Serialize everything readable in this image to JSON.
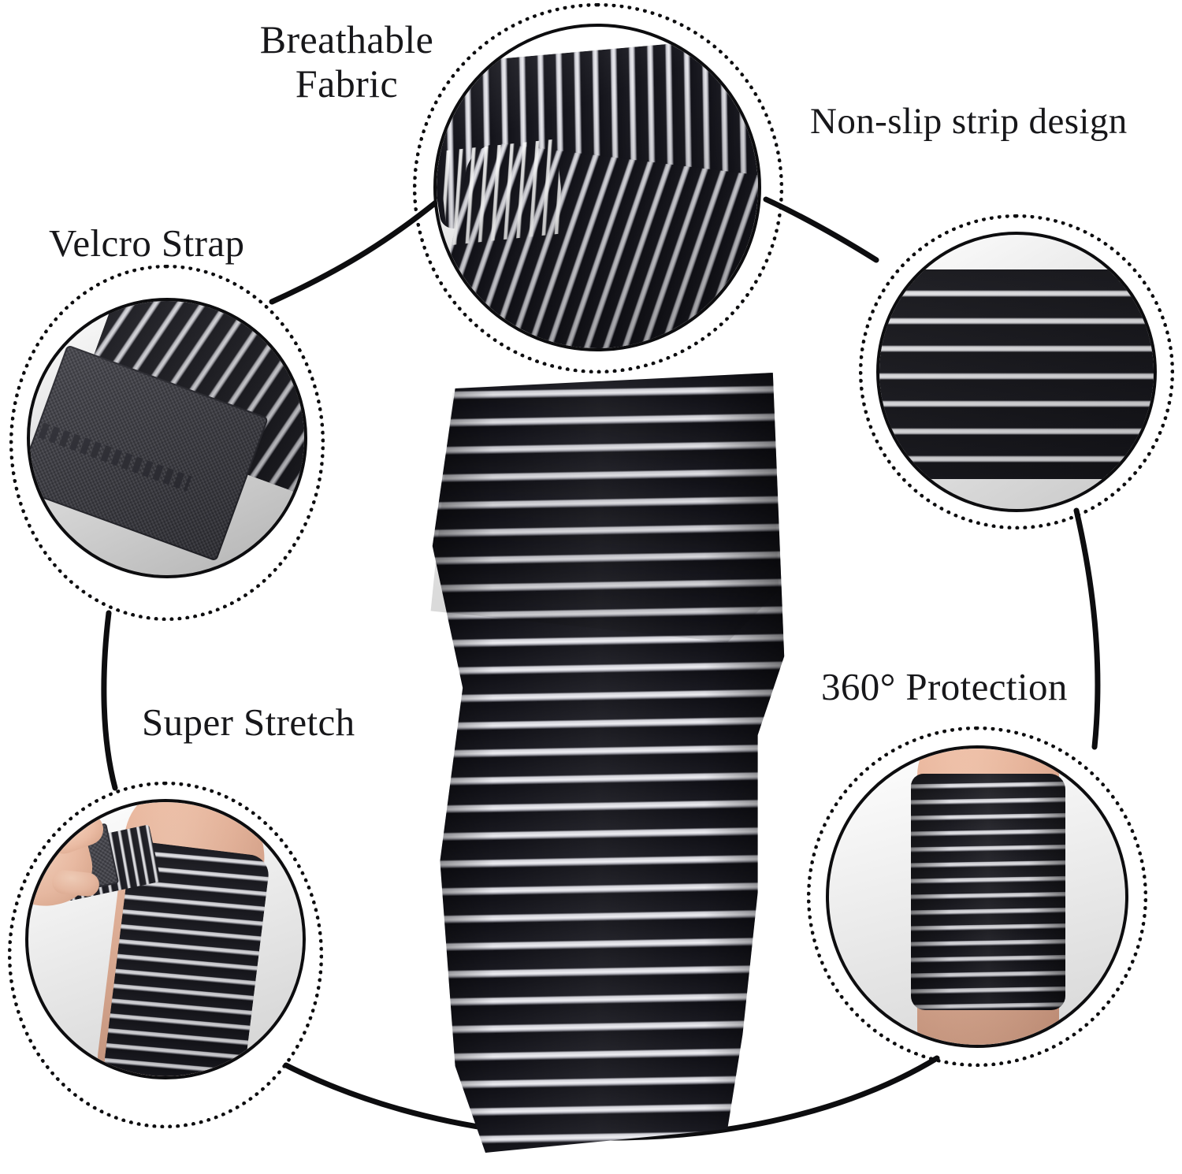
{
  "page": {
    "type": "product-feature-infographic",
    "product": "black elastic compression bandage wrap with white non-slip stripes",
    "background_color": "#ffffff",
    "line_color": "#0d0d0f",
    "text_color": "#17171a"
  },
  "callouts": [
    {
      "id": "breathable-fabric",
      "label": "Breathable\nFabric",
      "position": "top-center",
      "image_description": "folded black striped elastic band showing breathable woven texture"
    },
    {
      "id": "non-slip-strip",
      "label": "Non-slip strip design",
      "position": "top-right",
      "image_description": "close-up macro of fabric surface with white horizontal silicone grip strips"
    },
    {
      "id": "velcro-strap",
      "label": "Velcro Strap",
      "position": "left",
      "image_description": "end of the wrap showing the grey hook-and-loop velcro closure patch"
    },
    {
      "id": "super-stretch",
      "label": "Super Stretch",
      "position": "bottom-left",
      "image_description": "hand pulling the elastic wrap stretched around a calf"
    },
    {
      "id": "360-protection",
      "label": "360° Protection",
      "position": "bottom-right",
      "image_description": "knee fully wrapped all the way around with the black striped bandage"
    }
  ],
  "center_product": {
    "id": "main-product-image",
    "description": "black elastic knee wrap with white horizontal stripes, tapered cylindrical shape"
  }
}
